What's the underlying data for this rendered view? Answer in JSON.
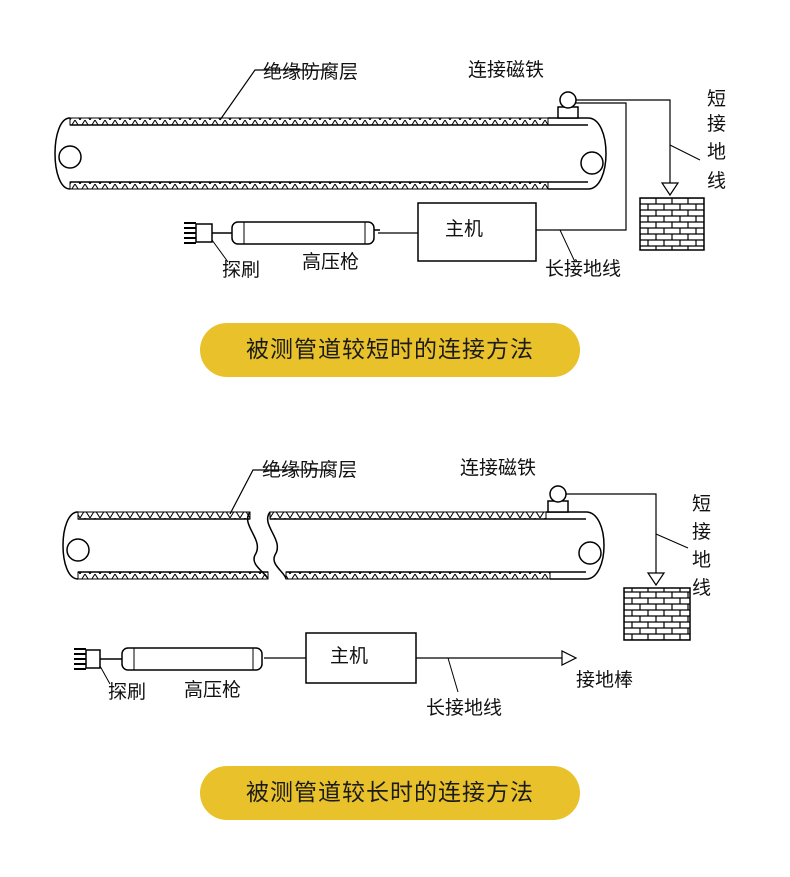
{
  "diagram_short": {
    "coating_label": "绝缘防腐层",
    "magnet_label": "连接磁铁",
    "short_ground_label": [
      "短",
      "接",
      "地",
      "线"
    ],
    "main_unit_label": "主机",
    "brush_label": "探刷",
    "gun_label": "高压枪",
    "long_ground_label": "长接地线",
    "caption": "被测管道较短时的连接方法"
  },
  "diagram_long": {
    "coating_label": "绝缘防腐层",
    "magnet_label": "连接磁铁",
    "short_ground_label": [
      "短",
      "接",
      "地",
      "线"
    ],
    "main_unit_label": "主机",
    "brush_label": "探刷",
    "gun_label": "高压枪",
    "long_ground_label": "长接地线",
    "ground_rod_label": "接地棒",
    "caption": "被测管道较长时的连接方法"
  },
  "colors": {
    "caption_bg": "#e9c12a",
    "line": "#000000"
  }
}
